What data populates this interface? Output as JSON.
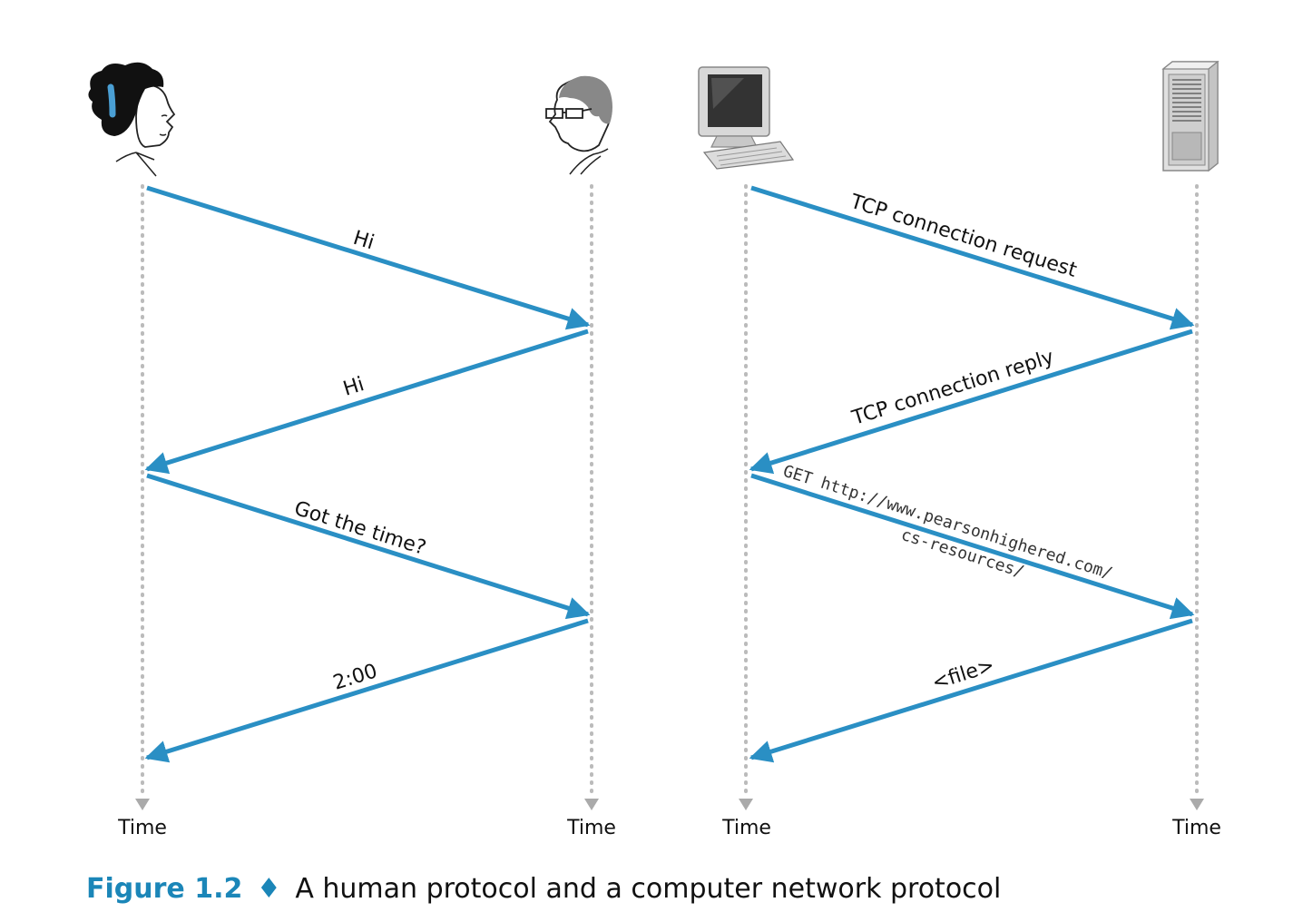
{
  "colors": {
    "arrow": "#2a8fc4",
    "timeline": "#bbbbbb",
    "caption_accent": "#1b86b8"
  },
  "actors": [
    {
      "name": "woman-icon"
    },
    {
      "name": "man-icon"
    },
    {
      "name": "computer-icon"
    },
    {
      "name": "server-icon"
    }
  ],
  "time_labels": [
    "Time",
    "Time",
    "Time",
    "Time"
  ],
  "human_messages": [
    "Hi",
    "Hi",
    "Got the time?",
    "2:00"
  ],
  "network_messages": {
    "tcp_request": "TCP connection request",
    "tcp_reply": "TCP connection reply",
    "get_line1": "GET http://www.pearsonhighered.com/",
    "get_line2": "cs-resources/",
    "file": "<file>"
  },
  "caption": {
    "figure_number": "Figure 1.2",
    "separator": "♦",
    "text": "A human protocol and a computer network protocol"
  }
}
